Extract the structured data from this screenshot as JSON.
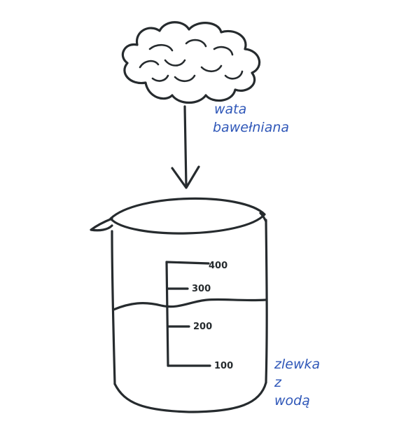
{
  "labels": {
    "cotton_line1": "wata",
    "cotton_line2": "bawełniana",
    "beaker_line1": "zlewka",
    "beaker_line2": "z",
    "beaker_line3": "wodą"
  },
  "scale": {
    "marks": [
      "400",
      "300",
      "200",
      "100"
    ]
  },
  "colors": {
    "ink": "#262b2e",
    "label_blue": "#2f57b8",
    "background": "#ffffff"
  },
  "icons": {
    "cotton": "cloud-shape",
    "arrow": "down-arrow",
    "vessel": "beaker"
  }
}
